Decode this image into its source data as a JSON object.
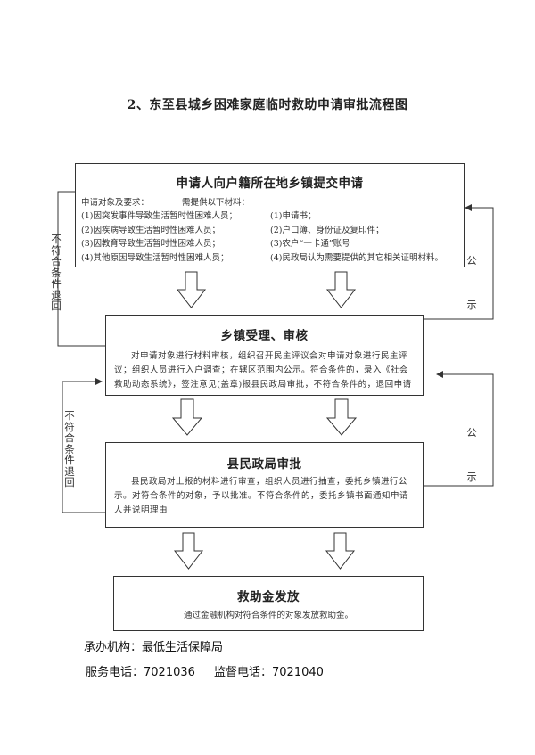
{
  "title": "2、东至县城乡困难家庭临时救助申请审批流程图",
  "box1": {
    "title": "申请人向户籍所在地乡镇提交申请",
    "objects_label": "申请对象及要求：",
    "materials_label": "需提供以下材料：",
    "objects": [
      "(1)因突发事件导致生活暂时性困难人员；",
      "(2)因疾病导致生活暂时性困难人员；",
      "(3)因教育导致生活暂时性困难人员；",
      "(4)其他原因导致生活暂时性困难人员；"
    ],
    "materials": [
      "(1)申请书；",
      "(2)户口簿、身份证及复印件；",
      "(3)农户“一卡通”账号",
      "(4)民政局认为需要提供的其它相关证明材料。"
    ]
  },
  "box2": {
    "title": "乡镇受理、审核",
    "text": "对申请对象进行材料审核，组织召开民主评议会对申请对象进行民主评议；组织人员进行入户调查；在辖区范围内公示。符合条件的，录入《社会救助动态系统》，签注意见(盖章)报县民政局审批，不符合条件的，退回申请"
  },
  "box3": {
    "title": "县民政局审批",
    "text": "县民政局对上报的材料进行审查，组织人员进行抽查，委托乡镇进行公示。对符合条件的对象，予以批准。不符合条件的，委托乡镇书面通知申请人并说明理由"
  },
  "box4": {
    "title": "救助金发放",
    "text": "通过金融机构对符合条件的对象发放救助金。"
  },
  "side_labels": {
    "return1": "不符合条件退回",
    "return2": "不符合条件退回",
    "notice1_a": "公",
    "notice1_b": "示",
    "notice2_a": "公",
    "notice2_b": "示"
  },
  "footer": {
    "agency": "承办机构：最低生活保障局",
    "service_phone": "服务电话：7021036",
    "supervise_phone": "监督电话：7021040"
  }
}
